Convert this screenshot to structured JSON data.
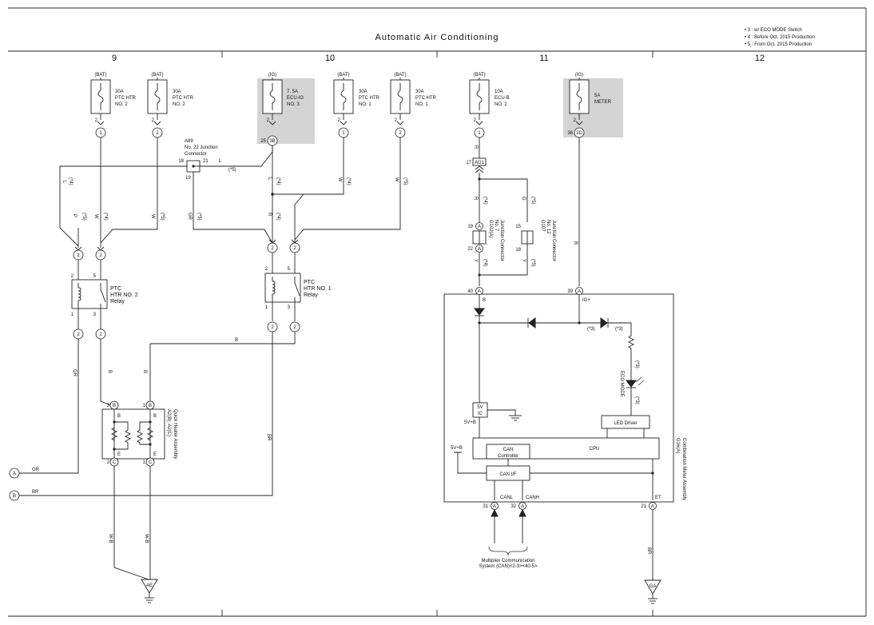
{
  "title": "Automatic Air Conditioning",
  "notes": [
    "• 3 : w/ ECO MODE Switch",
    "• 4 : Before Oct.  2015 Production",
    "• 5 : From Oct.  2015 Production"
  ],
  "columns": [
    "9",
    "10",
    "11",
    "12"
  ],
  "fuses": [
    {
      "source": "(BAT)",
      "lines": [
        "30A",
        "PTC HTR",
        "NO. 2"
      ],
      "pin": "2",
      "conn": "1"
    },
    {
      "source": "(BAT)",
      "lines": [
        "30A",
        "PTC HTR",
        "NO. 2"
      ],
      "pin": "2",
      "conn": "2"
    },
    {
      "source": "(IG)",
      "lines": [
        "7. 5A",
        "ECU-IG",
        "NO. 3"
      ],
      "pin": "2",
      "conn": "3B",
      "pin_left": "25"
    },
    {
      "source": "(BAT)",
      "lines": [
        "30A",
        "PTC HTR",
        "NO. 1"
      ],
      "pin": "2",
      "conn": "1"
    },
    {
      "source": "(BAT)",
      "lines": [
        "30A",
        "PTC HTR",
        "NO. 1"
      ],
      "pin": "2",
      "conn": "2"
    },
    {
      "source": "(BAT)",
      "lines": [
        "10A",
        "ECU-B",
        "NO. 2"
      ],
      "pin": "2",
      "conn": "1"
    },
    {
      "source": "(IG)",
      "lines": [
        "5A",
        "METER"
      ],
      "pin": "2",
      "conn": "3D",
      "pin_left": "36"
    }
  ],
  "junction_a89": {
    "lines": [
      "A89",
      "No.  22 Junction",
      "Connector"
    ],
    "pins": [
      "18",
      "21",
      "19"
    ]
  },
  "relay2": {
    "lines": [
      "PTC",
      "HTR NO. 2",
      "Relay"
    ],
    "pins": [
      "2",
      "5",
      "1",
      "3"
    ],
    "conns": [
      "2",
      "2",
      "2",
      "2"
    ]
  },
  "relay1": {
    "lines": [
      "PTC",
      "HTR NO. 1",
      "Relay"
    ],
    "pins": [
      "2",
      "5",
      "1",
      "3"
    ],
    "conns": [
      "2",
      "2",
      "2",
      "2"
    ]
  },
  "heater": {
    "label": "A2(B), A2(C)",
    "sub": "Quick Heater Assembly",
    "pins": [
      "3",
      "1",
      "2",
      "1"
    ],
    "conns": [
      "B",
      "B",
      "C",
      "C"
    ],
    "inner": [
      "B",
      "B",
      "E",
      "E"
    ]
  },
  "ag1": {
    "pin": "17",
    "name": "AG1"
  },
  "jc_g102": {
    "lines": [
      "G102(A)",
      "No.  7",
      "Junction Connector"
    ],
    "pins": [
      "19",
      "22"
    ],
    "conn": "A"
  },
  "jc_g107": {
    "lines": [
      "G107",
      "No.  12",
      "Junction Connector"
    ],
    "pins": [
      "15",
      "18"
    ]
  },
  "meter": {
    "label": "G16(A)",
    "sub": "Combination Meter Assembly",
    "pin_b": {
      "num": "40",
      "conn": "A",
      "name": "B"
    },
    "pin_ig": {
      "num": "39",
      "conn": "A",
      "name": "IG+"
    },
    "pin_canl": {
      "num": "31",
      "conn": "A",
      "name": "CANL"
    },
    "pin_canh": {
      "num": "32",
      "conn": "A",
      "name": "CANH"
    },
    "pin_et": {
      "num": "21",
      "conn": "A",
      "name": "ET"
    },
    "ic_lines": [
      "5V",
      "IC"
    ],
    "v5b": "5V+B",
    "led_driver": "LED Driver",
    "cpu": "CPU",
    "can_ctrl": [
      "CAN",
      "Controller"
    ],
    "can_if": "CAN I/F",
    "eco": "ECO MODE"
  },
  "can_note": [
    "Multiplex Communication",
    "System (CAN)<2-3><40-5>"
  ],
  "grounds": [
    "AE",
    "GA"
  ],
  "offpage": [
    {
      "id": "A",
      "wire": "GR"
    },
    {
      "id": "B",
      "wire": "BR"
    }
  ],
  "wire_colors": {
    "L": "L",
    "P": "P",
    "W": "W",
    "GR": "GR",
    "R": "R",
    "B": "B",
    "BR": "BR",
    "WB": "W-B",
    "Y": "Y",
    "G": "G"
  },
  "variant_tags": {
    "t3": "(*3)",
    "t4": "(*4)",
    "t5": "(*5)"
  }
}
